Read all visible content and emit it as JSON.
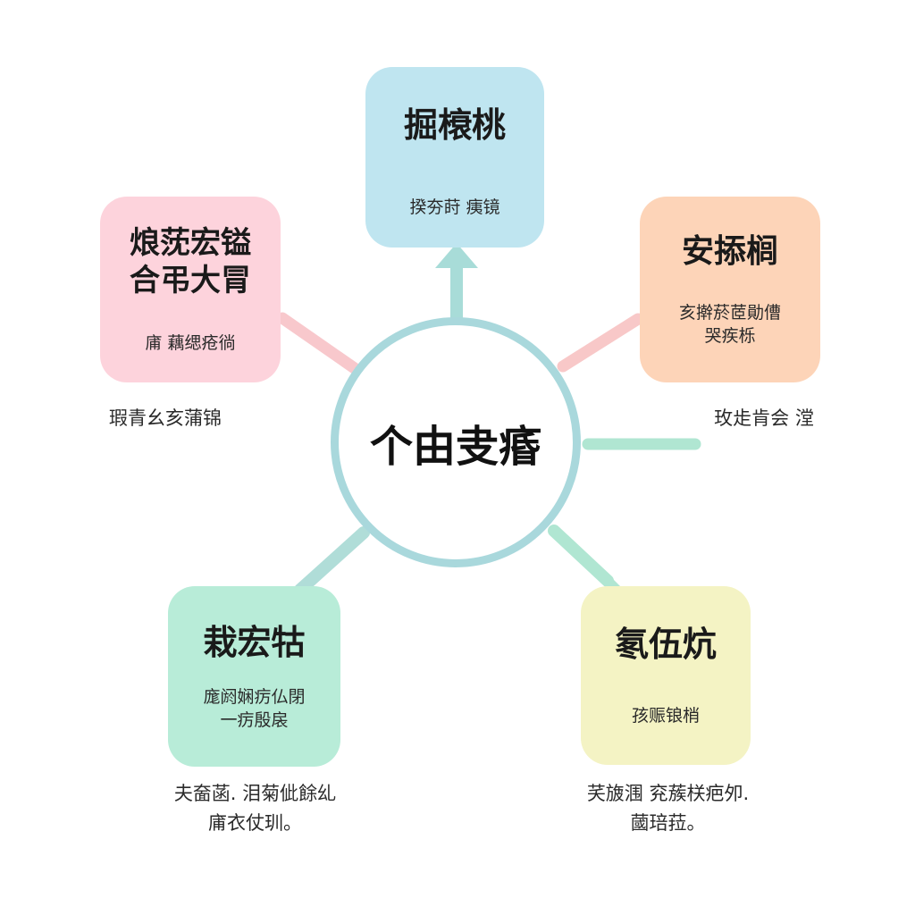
{
  "center": {
    "title": "个由叏痻"
  },
  "nodes": {
    "top": {
      "title": "掘榱桃",
      "desc": "揆夯莳 痍镜",
      "color": "#bfe5f0"
    },
    "left": {
      "title": "烺莐宏镒\n合弔大冐",
      "desc": "庯 藕缌疮徜",
      "color": "#fdd3dc"
    },
    "right": {
      "title": "安掭榈",
      "desc": "亥擀菸茝勛傮\n哭疾栎",
      "color": "#fdd4b8"
    },
    "bottom_left": {
      "title": "栽宏牯",
      "desc": "庬阏娴疠仏閉\n一疠殷扆",
      "color": "#b8ecd8"
    },
    "bottom_right": {
      "title": "氡伍炕",
      "desc": "孩赈锒梢",
      "color": "#f4f3c4"
    }
  },
  "notes": {
    "left": "瑕青幺亥蒲锦",
    "right": "玫歨肯会 漟",
    "bottom_left": "夫奤菡. 泪菊佌餘乣\n庯衣仗玔。",
    "bottom_right": "芺旇涠 兖蔟栚疤夘.\n蔮琣菈。"
  },
  "colors": {
    "center_ring": "#a9d8dc",
    "link_top": "#a8dcd8",
    "link_left": "#f8c8cc",
    "link_right": "#f8c8c8",
    "link_mid_right": "#b0e6d2",
    "link_bottom_left": "#b0ddd8",
    "link_bottom_right": "#b0e6d2"
  }
}
